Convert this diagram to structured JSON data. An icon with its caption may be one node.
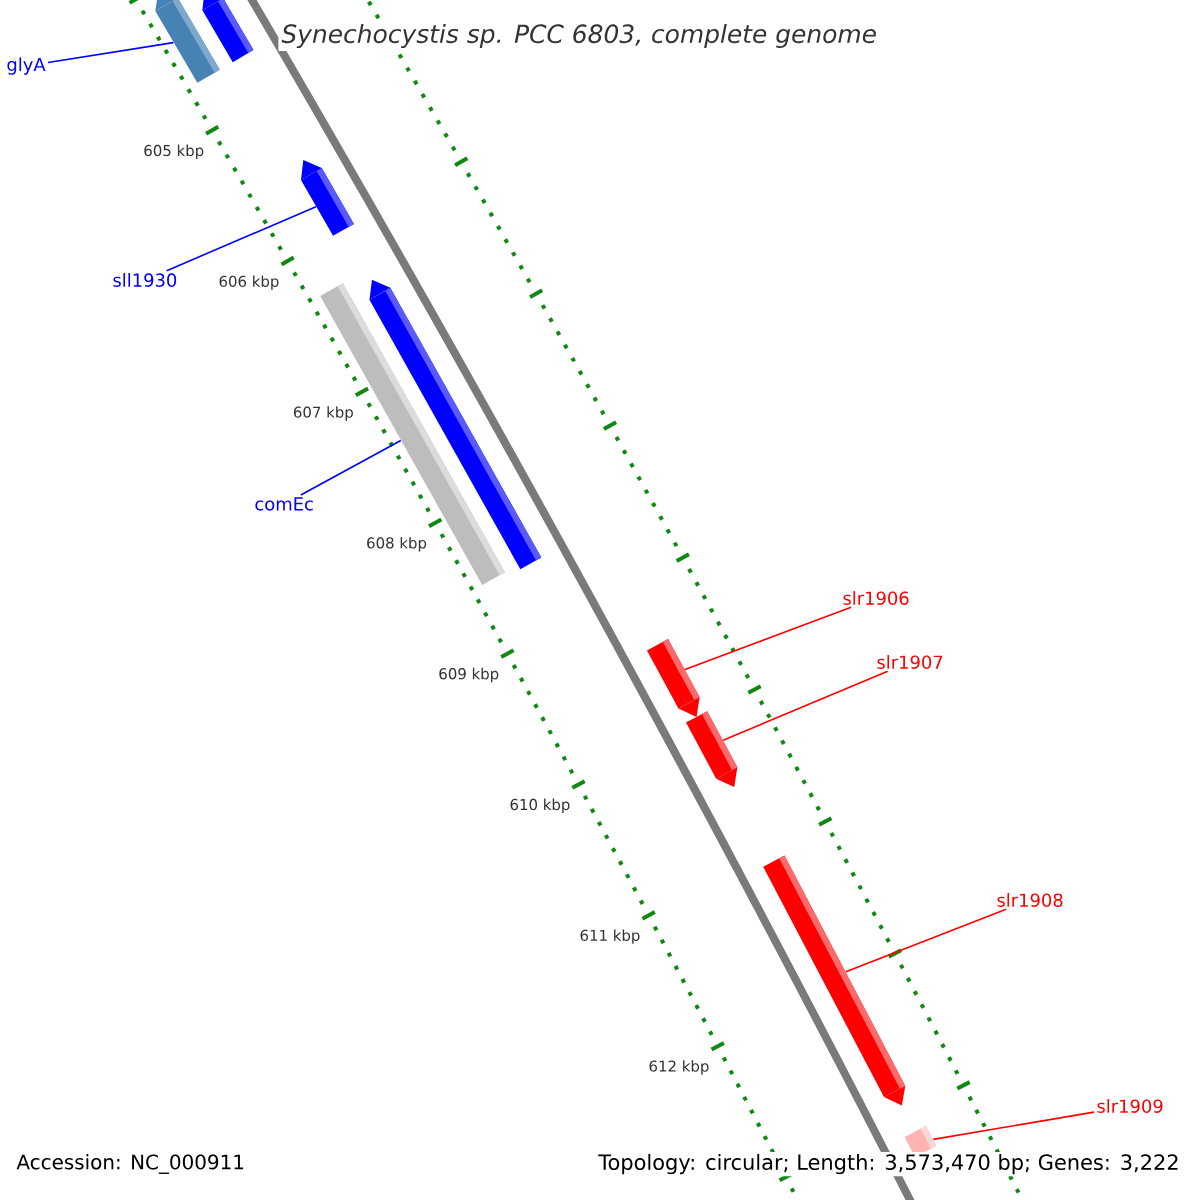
{
  "diagram": {
    "title": "Synechocystis sp. PCC 6803, complete genome",
    "nodes": [
      {
        "text": [
          "glyA"
        ]
      },
      {
        "text": [],
        "shape": "bar"
      },
      {
        "text": [
          "sll1930"
        ]
      },
      {
        "text": [],
        "shape": "bar"
      },
      {
        "text": [
          "comEc"
        ]
      },
      {
        "text": [],
        "shape": "bar"
      },
      {
        "text": [
          "slr1906"
        ]
      },
      {
        "text": [],
        "shape": "bar"
      },
      {
        "text": [
          "slr1907"
        ]
      },
      {
        "text": [],
        "shape": "bar"
      },
      {
        "text": [
          "slr1908"
        ]
      },
      {
        "text": [],
        "shape": "bar"
      },
      {
        "text": [
          "slr1909"
        ]
      },
      {
        "text": [],
        "shape": "bar"
      }
    ],
    "edges": [
      {
        "from": 0,
        "to": 1,
        "arrow": "none",
        "color": "#0000ff"
      },
      {
        "from": 2,
        "to": 3,
        "arrow": "none",
        "color": "#0000ff"
      },
      {
        "from": 4,
        "to": 5,
        "arrow": "none",
        "color": "#0000ff"
      },
      {
        "from": 6,
        "to": 7,
        "arrow": "none"
      },
      {
        "from": 8,
        "to": 9,
        "arrow": "none"
      },
      {
        "from": 10,
        "to": 11,
        "arrow": "none"
      },
      {
        "from": 12,
        "to": 13,
        "arrow": "none"
      }
    ],
    "labels": [
      "605 kbp",
      "606 kbp",
      "607 kbp",
      "608 kbp",
      "609 kbp",
      "610 kbp",
      "611 kbp",
      "612 kbp",
      "Accession: NC_000911",
      "Topology: circular; Length: 3,573,470 bp; Genes: 3,222"
    ]
  }
}
